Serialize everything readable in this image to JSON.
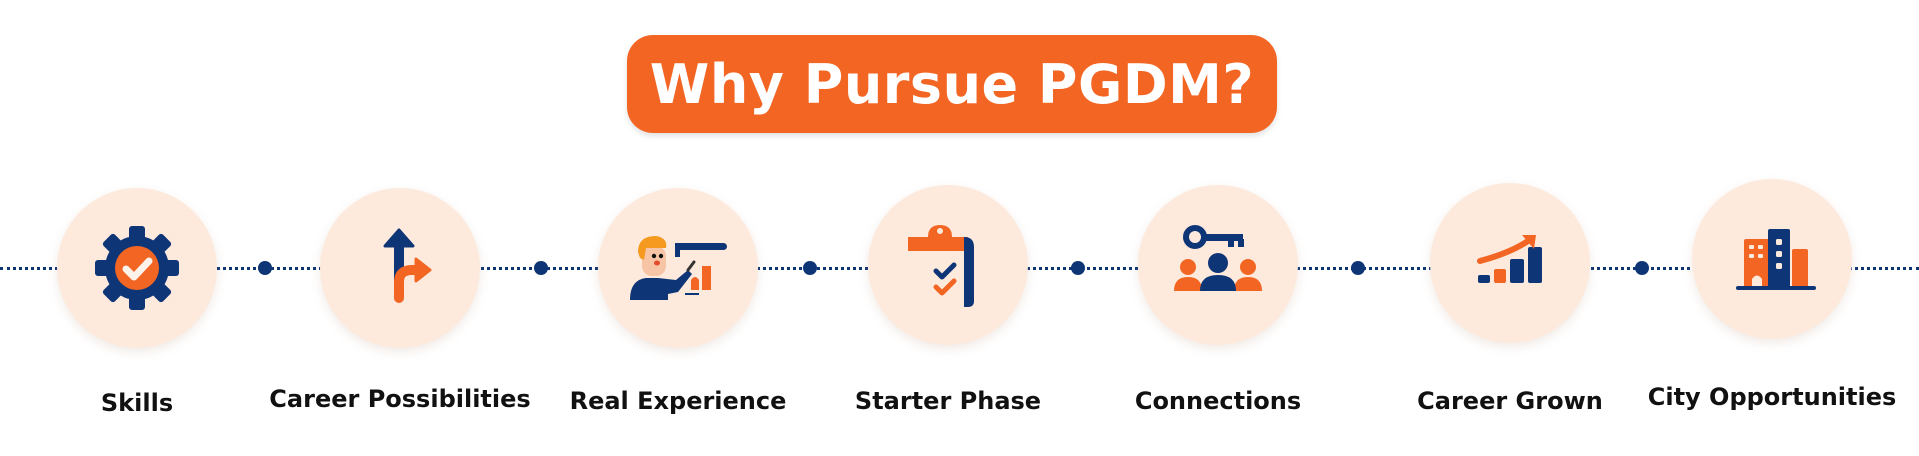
{
  "title": "Why Pursue PGDM?",
  "colors": {
    "accent_orange": "#F26522",
    "navy": "#0E3576",
    "circle_bg": "#FDEADD",
    "label_text": "#111111",
    "background": "#FFFFFF"
  },
  "timeline": {
    "style": "dotted",
    "connector_dots": 6,
    "items": [
      {
        "label": "Skills",
        "icon": "gear-check-icon"
      },
      {
        "label": "Career Possibilities",
        "icon": "branching-arrow-icon"
      },
      {
        "label": "Real Experience",
        "icon": "presenter-chart-icon"
      },
      {
        "label": "Starter Phase",
        "icon": "clipboard-checklist-icon"
      },
      {
        "label": "Connections",
        "icon": "key-people-icon"
      },
      {
        "label": "Career Grown",
        "icon": "growth-chart-icon"
      },
      {
        "label": "City Opportunities",
        "icon": "city-buildings-icon"
      }
    ]
  }
}
